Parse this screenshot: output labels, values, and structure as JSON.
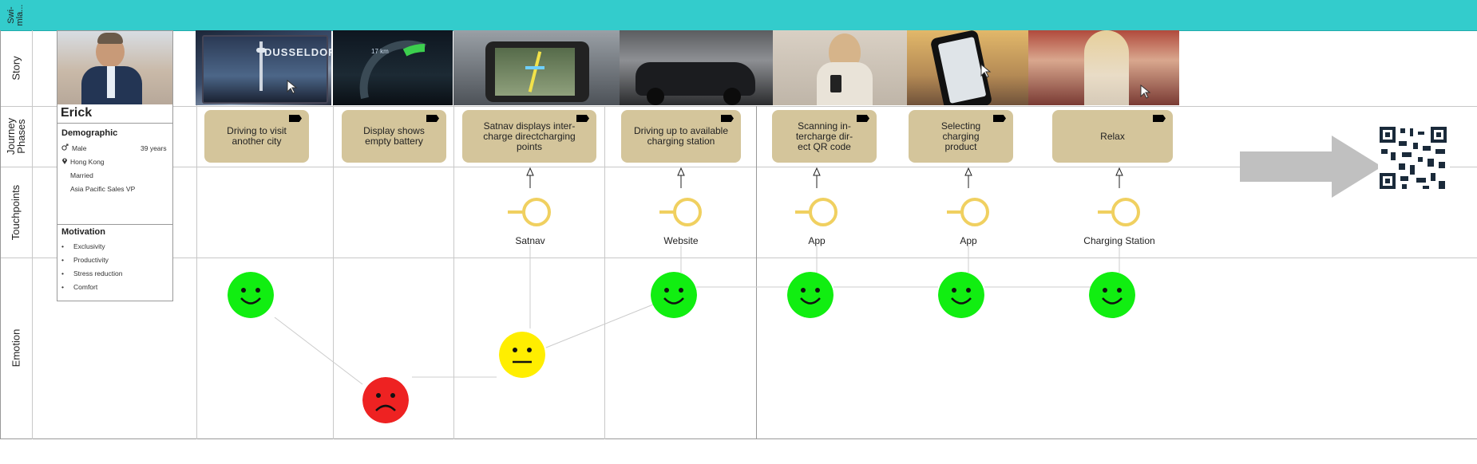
{
  "swimlane_label": "Swi-mla...",
  "rows": {
    "story": "Story",
    "phases": "Journey Phases",
    "touchpoints": "Touchpoints",
    "emotion": "Emotion"
  },
  "persona": {
    "name": "Erick",
    "demographic_title": "Demographic",
    "gender": "Male",
    "age": "39 years",
    "location": "Hong Kong",
    "status": "Married",
    "role": "Asia Pacific Sales VP",
    "motivation_title": "Motivation",
    "motivations": [
      "Exclusivity",
      "Productivity",
      "Stress reduction",
      "Comfort"
    ]
  },
  "phases": [
    "Driving to visit another city",
    "Display shows empty battery",
    "Satnav displays inter-charge directcharging points",
    "Driving up to available charging station",
    "Scanning in-tercharge dir-ect QR code",
    "Selecting charging product",
    "Relax"
  ],
  "touchpoints": [
    "Satnav",
    "Website",
    "App",
    "App",
    "Charging Station"
  ],
  "emotions": [
    "happy",
    "sad",
    "neutral",
    "happy",
    "happy",
    "happy",
    "happy"
  ],
  "story_photo_texts": {
    "city_sign": "DUSSELDORF",
    "battery_km": "17 km"
  },
  "colors": {
    "header": "#33cccc",
    "phase_box": "#d4c59b",
    "touchpoint": "#f0d060",
    "happy": "#11ee11",
    "neutral": "#ffee00",
    "sad": "#ee2222",
    "arrow": "#c0c0c0"
  },
  "icons": [
    "male-icon",
    "location-pin-icon",
    "flag-icon",
    "qr-code-icon",
    "arrow-right-icon",
    "cursor-icon"
  ]
}
